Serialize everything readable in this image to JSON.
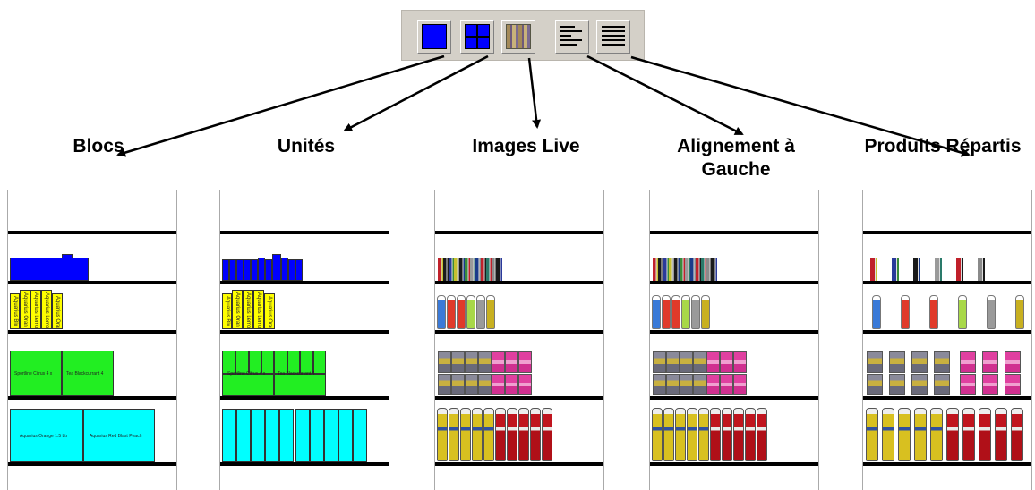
{
  "toolbar": {
    "buttons": [
      {
        "name": "blocks-display-button",
        "icon": "solid-blue-square-icon",
        "color": "#0000ff"
      },
      {
        "name": "units-display-button",
        "icon": "blue-grid-icon",
        "color": "#0000ff"
      },
      {
        "name": "live-images-button",
        "icon": "product-images-icon"
      },
      {
        "name": "align-left-button",
        "icon": "align-left-icon"
      },
      {
        "name": "distribute-products-button",
        "icon": "justify-icon"
      }
    ]
  },
  "labels": {
    "blocs": "Blocs",
    "unites": "Unités",
    "images_live": "Images Live",
    "alignement_line1": "Alignement à",
    "alignement_line2": "Gauche",
    "produits_repartis": "Produits Répartis"
  },
  "block_texts": {
    "aquarius_blu": "Aquarius Blu",
    "aquarius_oran": "Aquarius Oran",
    "aquarius_lemo": "Aquarius Lemo",
    "sportline": "Sportline Citrus 4 x",
    "tea_blackcurrant": "Tea Blackcurrant 4",
    "aquarius_orange": "Aquarius Orange 1.5 Ltr",
    "aquarius_red": "Aquarius Red Blast Peach"
  },
  "colors": {
    "blue": "#0000ff",
    "yellow": "#ffff00",
    "green": "#22ee22",
    "cyan": "#00ffff",
    "shelf_board": "#000000",
    "toolbar_bg": "#d4d0c8"
  }
}
